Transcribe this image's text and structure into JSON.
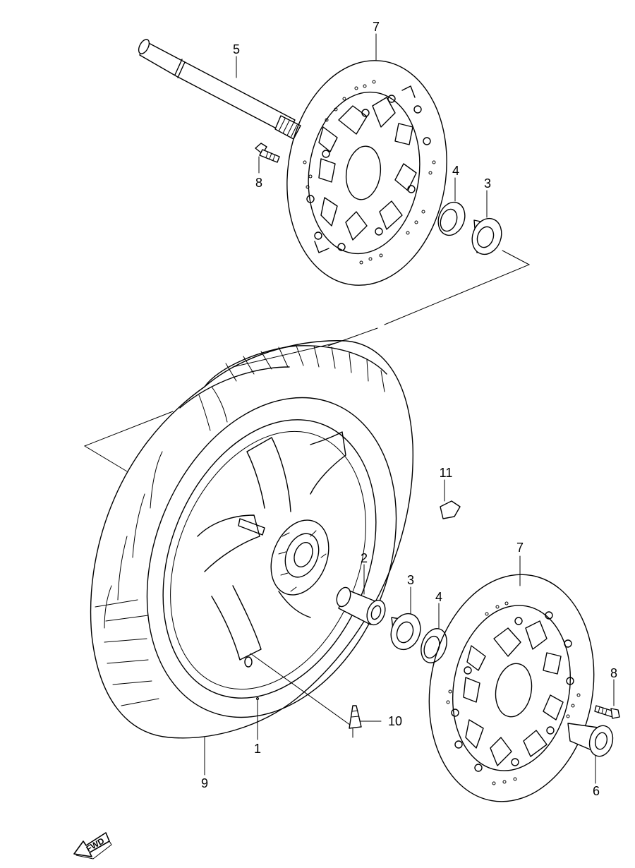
{
  "callouts": {
    "c1": "1",
    "c2": "2",
    "c3a": "3",
    "c3b": "3",
    "c4a": "4",
    "c4b": "4",
    "c5": "5",
    "c6": "6",
    "c7a": "7",
    "c7b": "7",
    "c8a": "8",
    "c8b": "8",
    "c9": "9",
    "c10": "10",
    "c11": "11"
  },
  "direction_arrow": {
    "label": "FWD"
  }
}
